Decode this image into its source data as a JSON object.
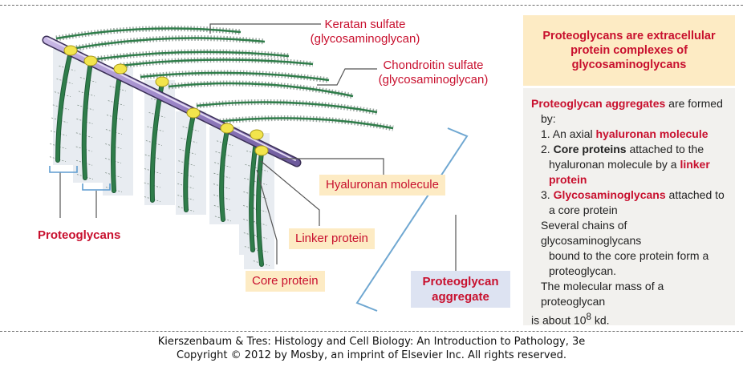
{
  "labels": {
    "keratan": "Keratan sulfate",
    "keratan_sub": "(glycosaminoglycan)",
    "chondroitin": "Chondroitin sulfate",
    "chondroitin_sub": "(glycosaminoglycan)",
    "hyaluronan": "Hyaluronan molecule",
    "linker": "Linker protein",
    "core": "Core protein",
    "proteoglycans": "Proteoglycans",
    "aggregate_line1": "Proteoglycan",
    "aggregate_line2": "aggregate"
  },
  "side": {
    "title": "Proteoglycans are extracellular protein complexes of glycosaminoglycans",
    "intro_bold": "Proteoglycan aggregates",
    "intro_rest": " are formed",
    "by": "by:",
    "item1_text": "1. An axial ",
    "item1_bold": "hyaluronan molecule",
    "item2_num": "2. ",
    "item2_bold": "Core proteins",
    "item2_text": " attached to the",
    "item2_line2": "hyaluronan molecule by a ",
    "item2_bold2": "linker",
    "item2_bold3": "protein",
    "item3_num": "3. ",
    "item3_bold": "Glycosaminoglycans",
    "item3_text": " attached to",
    "item3_line2": "a core protein",
    "para1_l1": "Several chains of glycosaminoglycans",
    "para1_l2": "bound to the core protein form a",
    "para1_l3": "proteoglycan.",
    "para2_l1": "The molecular mass of a proteoglycan",
    "para2_l2a": "is about 10",
    "para2_sup": "8",
    "para2_l2b": " kd."
  },
  "footer": {
    "line1": "Kierszenbaum & Tres: Histology and Cell Biology: An Introduction to Pathology, 3e",
    "line2": "Copyright © 2012 by Mosby, an imprint of Elsevier Inc. All rights reserved."
  },
  "colors": {
    "accent_red": "#c8102e",
    "core_green": "#2f7d4a",
    "axis_purple": "#9c86c8",
    "linker_yellow": "#f2e44c",
    "label_box": "#fdebc4",
    "aggregate_box": "#dde3f2",
    "bracket_blue": "#6fa7d1"
  }
}
